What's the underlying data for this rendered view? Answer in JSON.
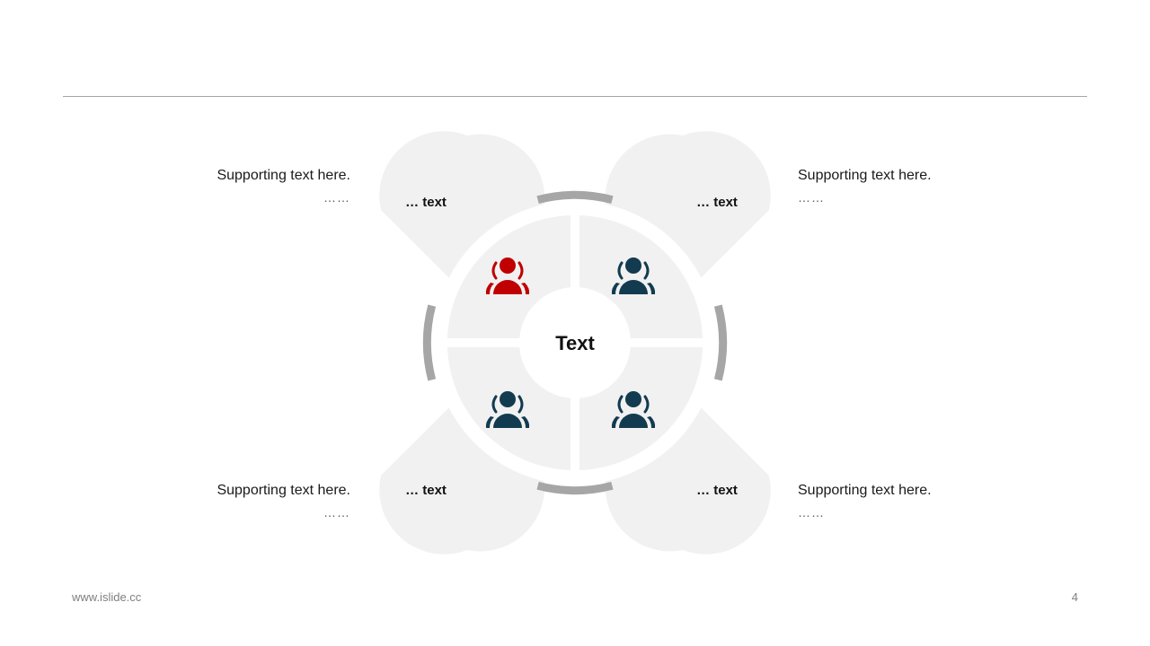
{
  "center_label": "Text",
  "segments": [
    {
      "id": "tl",
      "label": "… text",
      "supporting_text": "Supporting text here.",
      "dots": "……",
      "icon": "user-group-icon",
      "icon_color": "#c00000"
    },
    {
      "id": "tr",
      "label": "… text",
      "supporting_text": "Supporting text here.",
      "dots": "……",
      "icon": "user-group-icon",
      "icon_color": "#123b4f"
    },
    {
      "id": "bl",
      "label": "… text",
      "supporting_text": "Supporting text here.",
      "dots": "……",
      "icon": "user-group-icon",
      "icon_color": "#123b4f"
    },
    {
      "id": "br",
      "label": "… text",
      "supporting_text": "Supporting text here.",
      "dots": "……",
      "icon": "user-group-icon",
      "icon_color": "#123b4f"
    }
  ],
  "colors": {
    "petal_fill": "#f1f1f1",
    "ring_arc": "#a6a6a6",
    "accent_red": "#c00000",
    "accent_navy": "#123b4f"
  },
  "footer": {
    "url": "www.islide.cc",
    "page_number": "4"
  }
}
